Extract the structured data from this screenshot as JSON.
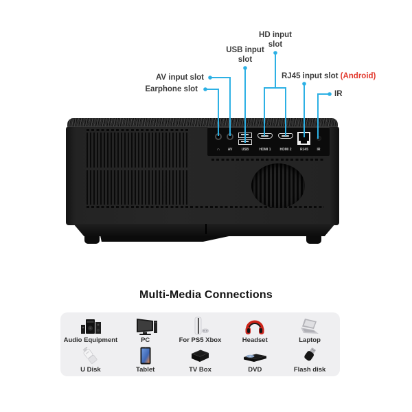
{
  "callouts": {
    "hd": {
      "line1": "HD input",
      "line2": "slot"
    },
    "usb": {
      "line1": "USB input",
      "line2": "slot"
    },
    "av": {
      "label": "AV input slot"
    },
    "earphone": {
      "label": "Earphone slot"
    },
    "rj45": {
      "label": "RJ45 input slot",
      "suffix": "(Android)"
    },
    "ir": {
      "label": "IR"
    }
  },
  "projector": {
    "icons": {
      "headphone": "∩"
    },
    "port_labels": {
      "av": "AV",
      "usb": "USB",
      "hdmi1": "HDMI 1",
      "hdmi2": "HDMI 2",
      "rj45": "RJ45",
      "ir": "IR"
    }
  },
  "section": {
    "title": "Multi-Media Connections"
  },
  "devices": [
    {
      "label": "Audio Equipment"
    },
    {
      "label": "PC"
    },
    {
      "label": "For PS5 Xbox"
    },
    {
      "label": "Headset"
    },
    {
      "label": "Laptop"
    },
    {
      "label": "U Disk"
    },
    {
      "label": "Tablet"
    },
    {
      "label": "TV Box"
    },
    {
      "label": "DVD"
    },
    {
      "label": "Flash disk"
    }
  ],
  "colors": {
    "callout_blue": "#2cb0e4",
    "android_red": "#e23b30",
    "panel_bg": "#efeff1",
    "body_dark": "#232323"
  }
}
